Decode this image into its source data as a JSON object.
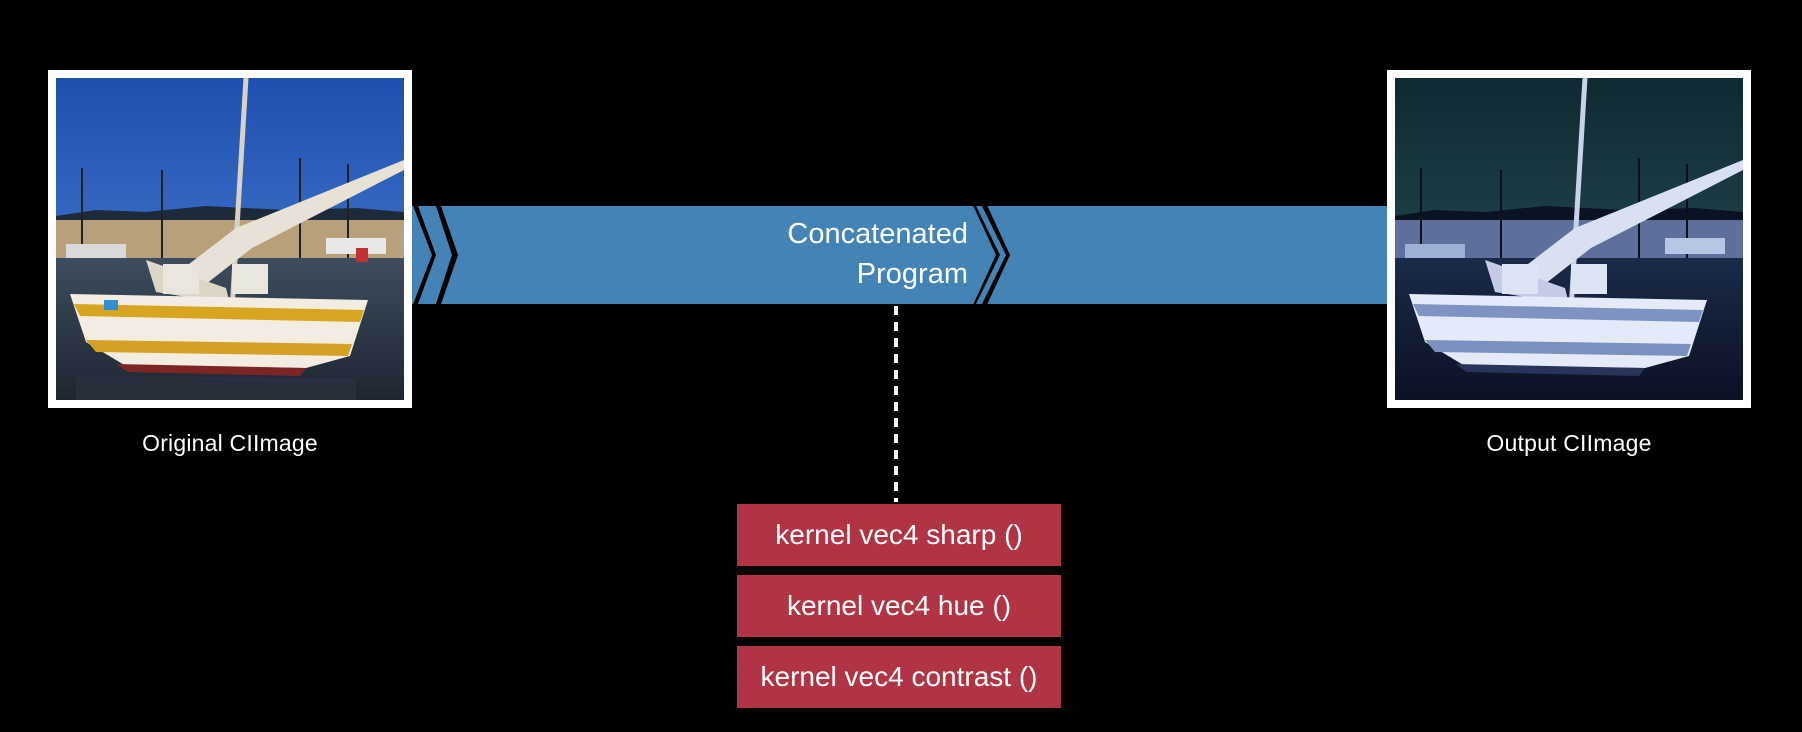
{
  "diagram": {
    "colors": {
      "background": "#000000",
      "pipeline_band": "#4383b6",
      "kernel_box": "#b03443",
      "text": "#ffffff",
      "frame": "#ffffff"
    },
    "input": {
      "caption": "Original CIImage",
      "image": "sailboat-photo"
    },
    "program": {
      "label": "Concatenated\nProgram"
    },
    "kernels": [
      {
        "label": "kernel vec4 sharp ()"
      },
      {
        "label": "kernel vec4 hue ()"
      },
      {
        "label": "kernel vec4 contrast ()"
      }
    ],
    "output": {
      "caption": "Output CIImage",
      "image": "sailboat-photo-filtered"
    }
  }
}
